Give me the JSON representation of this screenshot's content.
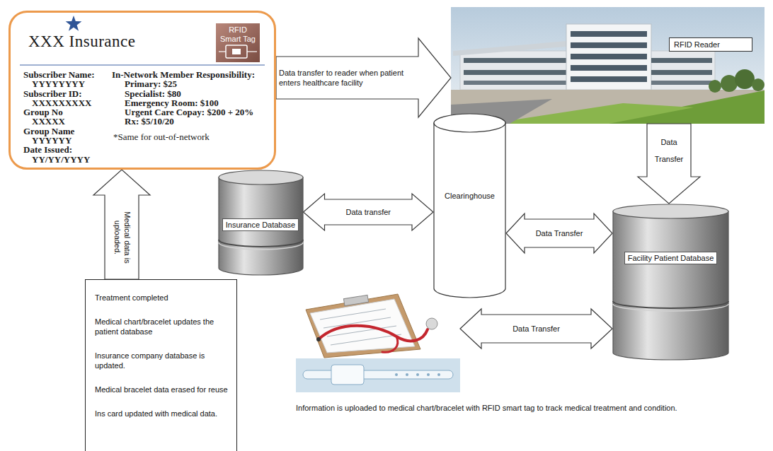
{
  "diagram": {
    "nodes": [
      {
        "text": [
          "XXX Insurance",
          "Subscriber Name:",
          "YYYYYYYY",
          "Subscriber ID:",
          "XXXXXXXXX",
          "Group No",
          "XXXXX",
          "Group Name",
          "YYYYYY",
          "Date Issued:",
          "YY/YY/YYYY",
          "In-Network Member Responsibility:",
          "Primary: $25",
          "Specialist: $80",
          "Emergency Room: $100",
          "Urgent Care Copay: $200 + 20%",
          "Rx: $5/10/20",
          "*Same for out-of-network"
        ]
      },
      {
        "text": [
          "RFID Smart Tag"
        ],
        "in": 0
      },
      {
        "text": [
          "RFID Reader"
        ]
      },
      {
        "text": [
          "Insurance Database"
        ]
      },
      {
        "text": [
          "Clearinghouse"
        ]
      },
      {
        "text": [
          "Facility Patient Database"
        ]
      },
      {
        "text": [
          "Information is uploaded to medical chart/bracelet with RFID smart tag to track medical treatment and condition."
        ]
      },
      {
        "text": [
          "Treatment completed",
          "Medical chart/bracelet updates the patient database",
          "Insurance company database is updated.",
          "Medical bracelet data erased for reuse",
          "Ins card updated with medical data."
        ]
      }
    ],
    "edges": [
      {
        "from": 0,
        "to": 2,
        "arrow": "to",
        "label": "Data transfer to reader when patient enters healthcare facility"
      },
      {
        "from": 2,
        "to": 5,
        "arrow": "to",
        "label": "Data Transfer"
      },
      {
        "from": 3,
        "to": 4,
        "arrow": "both",
        "label": "Data transfer"
      },
      {
        "from": 4,
        "to": 5,
        "arrow": "both",
        "label": "Data Transfer"
      },
      {
        "from": 6,
        "to": 5,
        "arrow": "both",
        "label": "Data Transfer"
      },
      {
        "from": 7,
        "to": 0,
        "arrow": "to",
        "label": "Medical data is uploaded."
      }
    ]
  }
}
